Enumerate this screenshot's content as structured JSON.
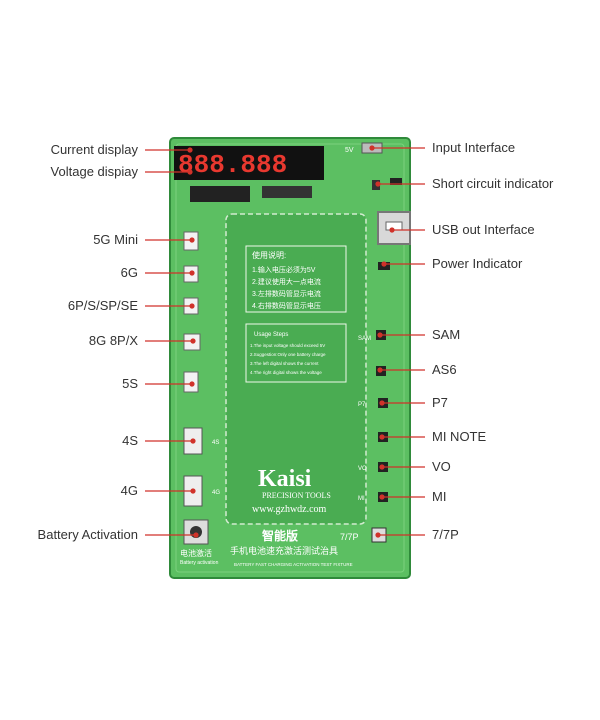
{
  "left_labels": [
    {
      "id": "current-display",
      "text": "Current display"
    },
    {
      "id": "voltage-display",
      "text": "Voltage dispiay"
    },
    {
      "id": "5g-mini",
      "text": "5G Mini"
    },
    {
      "id": "6g",
      "text": "6G"
    },
    {
      "id": "6p-s-sp-se",
      "text": "6P/S/SP/SE"
    },
    {
      "id": "8g-8p-x",
      "text": "8G 8P/X"
    },
    {
      "id": "5s",
      "text": "5S"
    },
    {
      "id": "4s",
      "text": "4S"
    },
    {
      "id": "4g",
      "text": "4G"
    },
    {
      "id": "battery-activation",
      "text": "Battery Activation"
    }
  ],
  "right_labels": [
    {
      "id": "input-interface",
      "text": "Input Interface"
    },
    {
      "id": "short-circuit-indicator",
      "text": "Short circuit indicator"
    },
    {
      "id": "usb-out-interface",
      "text": "USB out Interface"
    },
    {
      "id": "power-indicator",
      "text": "Power Indicator"
    },
    {
      "id": "sam",
      "text": "SAM"
    },
    {
      "id": "as6",
      "text": "AS6"
    },
    {
      "id": "p7",
      "text": "P7"
    },
    {
      "id": "mi-note",
      "text": "MI NOTE"
    },
    {
      "id": "vo",
      "text": "VO"
    },
    {
      "id": "mi",
      "text": "MI"
    },
    {
      "id": "7-7p",
      "text": "7/7P"
    }
  ],
  "board": {
    "display_digits": "888.888",
    "brand": "Kaisi",
    "brand_sub": "PRECISION TOOLS",
    "website": "www.gzhwdz.com",
    "edition": "智能版",
    "model": "7/7P",
    "usage_title": "使用说明:",
    "usage_lines": [
      "1.输入电压必须为5V",
      "2.建议使用大一点电流",
      "3.左排数码管显示电流",
      "4.右排数码管显示电压"
    ],
    "usage_en_title": "Usage Steps",
    "usage_en_lines": [
      "1.The input voltage should exceed 5V",
      "2.Suggestion:Only one battery charge",
      "3.The left digital shows the current",
      "4.The right digital shows the voltage"
    ],
    "bottom_cn": "手机电池速充激活测试治具",
    "bottom_en": "BATTERY FAST CHARGING ACTIVATION TEST FIXTURE",
    "activation_cn": "电池激活",
    "activation_en": "Battery activation",
    "top_mark": "5V",
    "side_marks": [
      "4S",
      "4G",
      "SAM",
      "P7",
      "MI",
      "VO"
    ]
  },
  "colors": {
    "board": "#5cbf62",
    "board_dark": "#2f8a3a",
    "line": "#d0322a",
    "label": "#333333",
    "display_bg": "#111111",
    "display_segment": "#e8382f"
  }
}
